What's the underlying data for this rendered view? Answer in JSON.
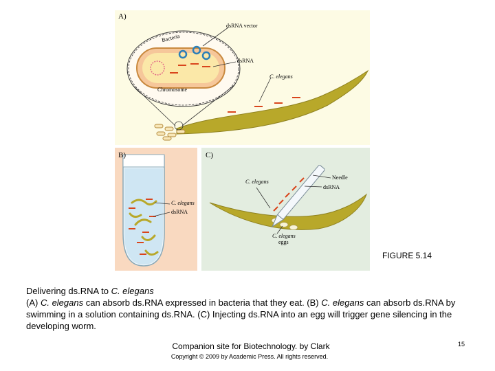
{
  "figure": {
    "panel_a": {
      "label": "A)",
      "bacteria": "Bacteria",
      "dsrna_vector": "dsRNA vector",
      "dsrna": "dsRNA",
      "chromosome": "Chromosome",
      "c_elegans": "C. elegans"
    },
    "panel_b": {
      "label": "B)",
      "c_elegans": "C. elegans",
      "dsrna": "dsRNA"
    },
    "panel_c": {
      "label": "C)",
      "c_elegans": "C. elegans",
      "needle": "Needle",
      "dsrna": "dsRNA",
      "eggs_line1": "C. elegans",
      "eggs_line2": "eggs"
    },
    "colors": {
      "worm": "#b8a82a",
      "dsrna": "#d9451c",
      "plasmid": "#2b7fb8",
      "panel_a_bg": "#fdfbe4",
      "panel_b_bg": "#f9d9c0",
      "panel_c_bg": "#e3ede0"
    }
  },
  "figure_number": "FIGURE 5.14",
  "caption": {
    "title_prefix": "Delivering ds.RNA to ",
    "title_species": "C. elegans",
    "part_a_label": "(A) ",
    "part_a_species": "C. elegans",
    "part_a_text": " can absorb ds.RNA expressed in bacteria that they eat. (B) ",
    "part_b_species": "C. elegans",
    "part_b_text": " can absorb ds.RNA by swimming in a solution containing ds.RNA. (C) Injecting ds.RNA into an egg will trigger gene silencing in the developing worm."
  },
  "footer": {
    "companion": "Companion site for Biotechnology. by Clark",
    "copyright": "Copyright © 2009 by Academic Press. All rights reserved.",
    "page_number": "15"
  }
}
